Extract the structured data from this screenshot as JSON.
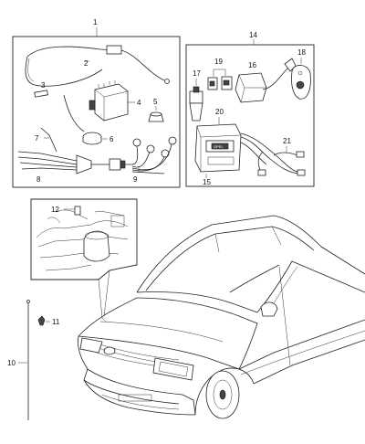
{
  "callouts": {
    "n1": "1",
    "n2": "2",
    "n3": "3",
    "n4": "4",
    "n5": "5",
    "n6": "6",
    "n7": "7",
    "n8": "8",
    "n9": "9",
    "n10": "10",
    "n11": "11",
    "n12": "12",
    "n14": "14",
    "n15": "15",
    "n16": "16",
    "n17": "17",
    "n18": "18",
    "n19": "19",
    "n20": "20",
    "n21": "21"
  },
  "module_label": "OPEL"
}
